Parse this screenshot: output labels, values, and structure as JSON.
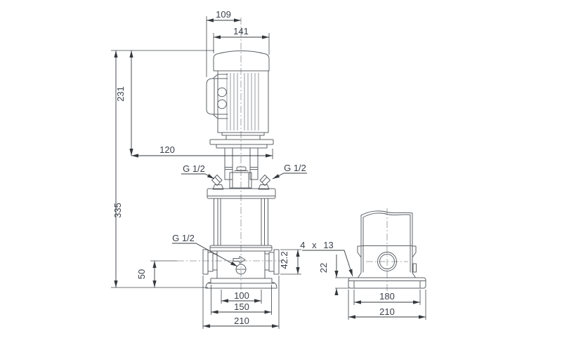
{
  "drawing": {
    "kind": "dimensional drawing - vertical inline multistage centrifugal pump, front and side views",
    "units": "mm",
    "front_view": {
      "dim_terminal_box_to_centerline": "109",
      "dim_motor_width": "141",
      "dim_motor_height": "231",
      "dim_stool_width": "120",
      "dim_pump_height": "335",
      "dim_port_centerline_to_base": "50",
      "dim_port_flange_od": "42.2",
      "dim_foot_bolt_spacing": "100",
      "dim_foot_plate_width": "150",
      "dim_port_to_port": "210",
      "label_plug_left": "G 1/2",
      "label_plug_right": "G 1/2",
      "label_drain_plug": "G 1/2"
    },
    "side_view": {
      "dim_base_plate_height": "22",
      "dim_base_bolt_spacing": "180",
      "dim_base_plate_length": "210",
      "label_bolt_holes": "4 x 13"
    }
  }
}
